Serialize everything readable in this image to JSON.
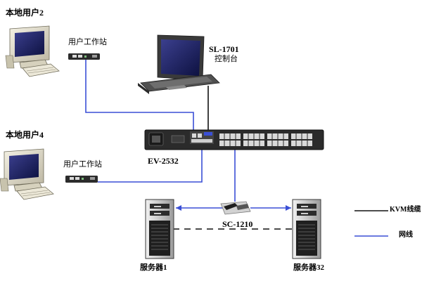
{
  "labels": {
    "user2": "本地用户2",
    "user4": "本地用户4",
    "workstation_top": "用户工作站",
    "workstation_bottom": "用户工作站",
    "console_model": "SL-1701",
    "console_desc": "控制台",
    "switch_model": "EV-2532",
    "adapter_model": "SC-1210",
    "server1": "服务器1",
    "server32": "服务器32"
  },
  "legend": {
    "kvm_label": "KVM线缆",
    "net_label": "网线"
  },
  "colors": {
    "kvm_cable": "#111111",
    "network_cable": "#3a4fd6",
    "device_dark": "#2b2b2b",
    "port_light": "#d9d9d9"
  }
}
